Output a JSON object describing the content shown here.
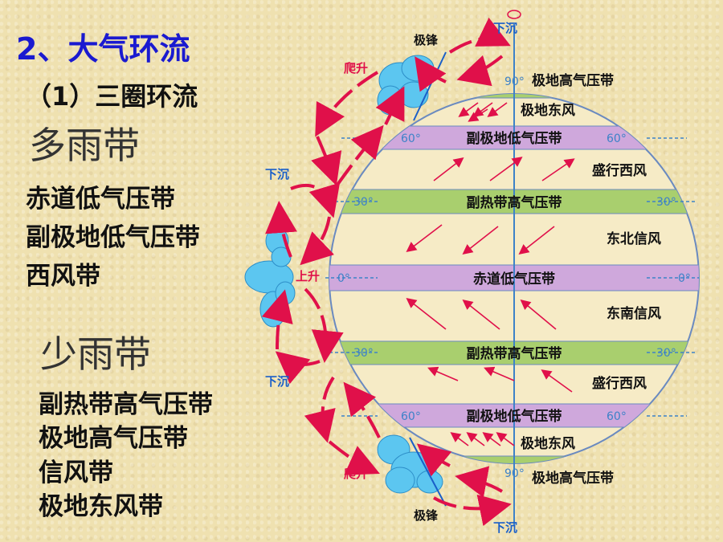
{
  "title": "2、大气环流",
  "subtitle": "（1）三圈环流",
  "rainy": {
    "header": "多雨带",
    "items": [
      "赤道低气压带",
      "副极地低气压带",
      "西风带"
    ]
  },
  "dry": {
    "header": "少雨带",
    "items": [
      "副热带高气压带",
      "极地高气压带",
      "信风带",
      "极地东风带"
    ]
  },
  "diagram": {
    "colors": {
      "pressure_band": "#cfa8dc",
      "high_band": "#a9cf6e",
      "arrow": "#e0104a",
      "label_blue": "#1a5fc8",
      "axis": "#3d82c8",
      "cloud": "#5cc6f0"
    },
    "top_labels": {
      "sink": "下沉",
      "front": "极锋",
      "climb": "爬升",
      "lat90": "90°",
      "polar_high": "极地高气压带",
      "polar_east": "极地东风"
    },
    "bottom_labels": {
      "sink": "下沉",
      "front": "极锋",
      "climb": "爬升",
      "lat90": "90°",
      "polar_high": "极地高气压带",
      "polar_east": "极地东风"
    },
    "side_labels": {
      "sink_north": "下沉",
      "rise": "上升",
      "sink_south": "下沉"
    },
    "bands": {
      "sub_polar_n": "副极地低气压带",
      "subtropical_n": "副热带高气压带",
      "equator": "赤道低气压带",
      "subtropical_s": "副热带高气压带",
      "sub_polar_s": "副极地低气压带"
    },
    "lat_marks": {
      "l60": "60°",
      "l30": "30°",
      "l0": "0°"
    },
    "winds": {
      "westerly_n": "盛行西风",
      "ne_trade": "东北信风",
      "se_trade": "东南信风",
      "westerly_s": "盛行西风"
    }
  }
}
